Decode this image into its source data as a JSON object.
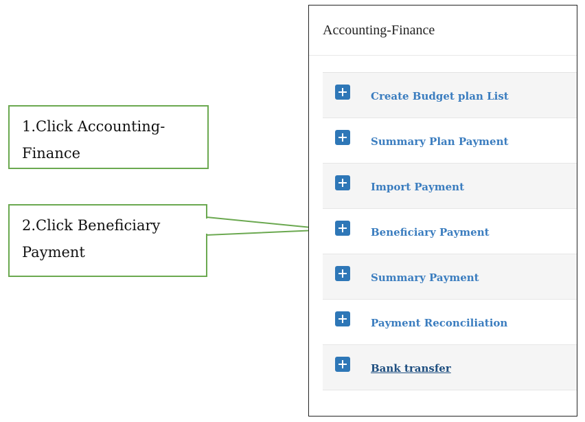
{
  "panel": {
    "title": "Accounting-Finance",
    "items": [
      {
        "label": "Create Budget plan List"
      },
      {
        "label": "Summary Plan Payment"
      },
      {
        "label": "Import Payment"
      },
      {
        "label": "Beneficiary Payment"
      },
      {
        "label": "Summary Payment"
      },
      {
        "label": "Payment Reconciliation"
      },
      {
        "label": "Bank transfer"
      }
    ]
  },
  "callouts": {
    "step1_line1": "1.Click Accounting-",
    "step1_line2": "Finance",
    "step2_line1": "2.Click Beneficiary",
    "step2_line2": "Payment"
  },
  "colors": {
    "accent": "#2e77b7",
    "link": "#3b7dbf",
    "callout_border": "#6aa84f"
  }
}
